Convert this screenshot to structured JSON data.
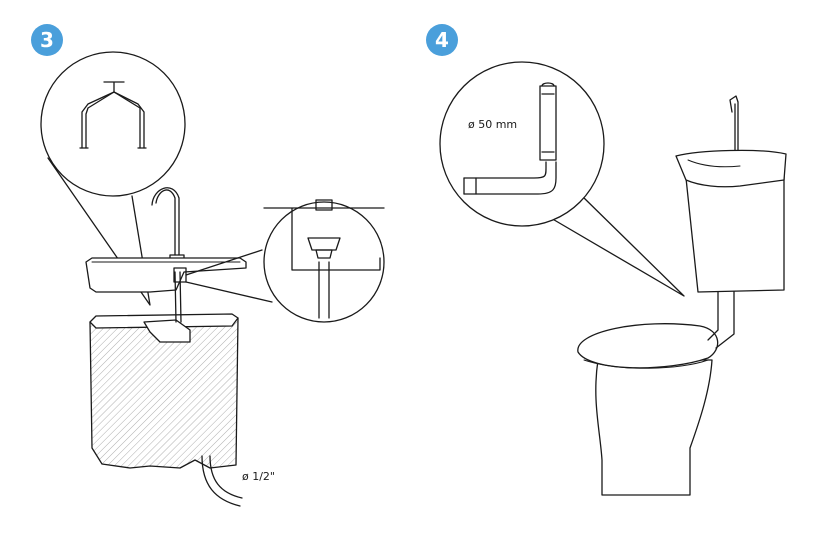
{
  "steps": [
    {
      "number": "3",
      "pipe_label": "ø 1/2\""
    },
    {
      "number": "4",
      "pipe_label": "ø 50 mm"
    }
  ],
  "colors": {
    "badge": "#4a9fdb",
    "line": "#1a1a1a",
    "background": "#ffffff"
  }
}
